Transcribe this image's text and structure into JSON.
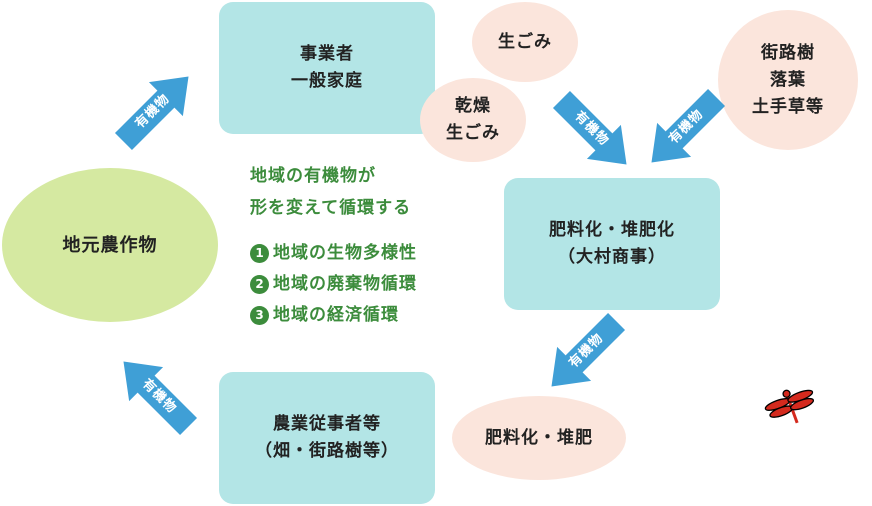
{
  "nodes": {
    "business_household": {
      "line1": "事業者",
      "line2": "一般家庭"
    },
    "food_waste": {
      "label": "生ごみ"
    },
    "dried_food_waste": {
      "line1": "乾燥",
      "line2": "生ごみ"
    },
    "street_leaves": {
      "line1": "街路樹",
      "line2": "落葉",
      "line3": "土手草等"
    },
    "composting": {
      "line1": "肥料化・堆肥化",
      "line2": "（大村商事）"
    },
    "local_crops": {
      "label": "地元農作物"
    },
    "farmers": {
      "line1": "農業従事者等",
      "line2": "（畑・街路樹等）"
    },
    "compost": {
      "label": "肥料化・堆肥"
    }
  },
  "arrows": {
    "label": "有機物"
  },
  "message": {
    "line1": "地域の有機物が",
    "line2": "形を変えて循環する",
    "points": [
      {
        "num": "1",
        "text": "地域の生物多様性"
      },
      {
        "num": "2",
        "text": "地域の廃棄物循環"
      },
      {
        "num": "3",
        "text": "地域の経済循環"
      }
    ]
  },
  "colors": {
    "box": "#b3e5e6",
    "bubble": "#fbe5dc",
    "crop": "#d5e9a1",
    "arrow": "#3f9fd6",
    "message": "#3c8c3c",
    "dragonfly": "#d42a1e"
  },
  "icons": {
    "decoration": "dragonfly-icon"
  }
}
